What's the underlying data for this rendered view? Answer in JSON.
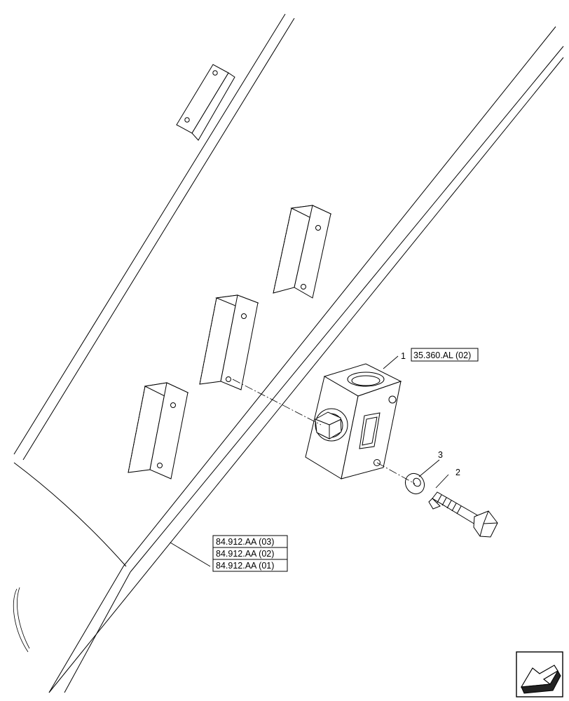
{
  "diagram": {
    "callouts": [
      {
        "number": "1",
        "reference": "35.360.AL (02)"
      },
      {
        "number": "2",
        "reference": ""
      },
      {
        "number": "3",
        "reference": ""
      }
    ],
    "references_group": [
      "84.912.AA (03)",
      "84.912.AA (02)",
      "84.912.AA (01)"
    ],
    "nav_icon": "next-page-arrow-icon"
  }
}
